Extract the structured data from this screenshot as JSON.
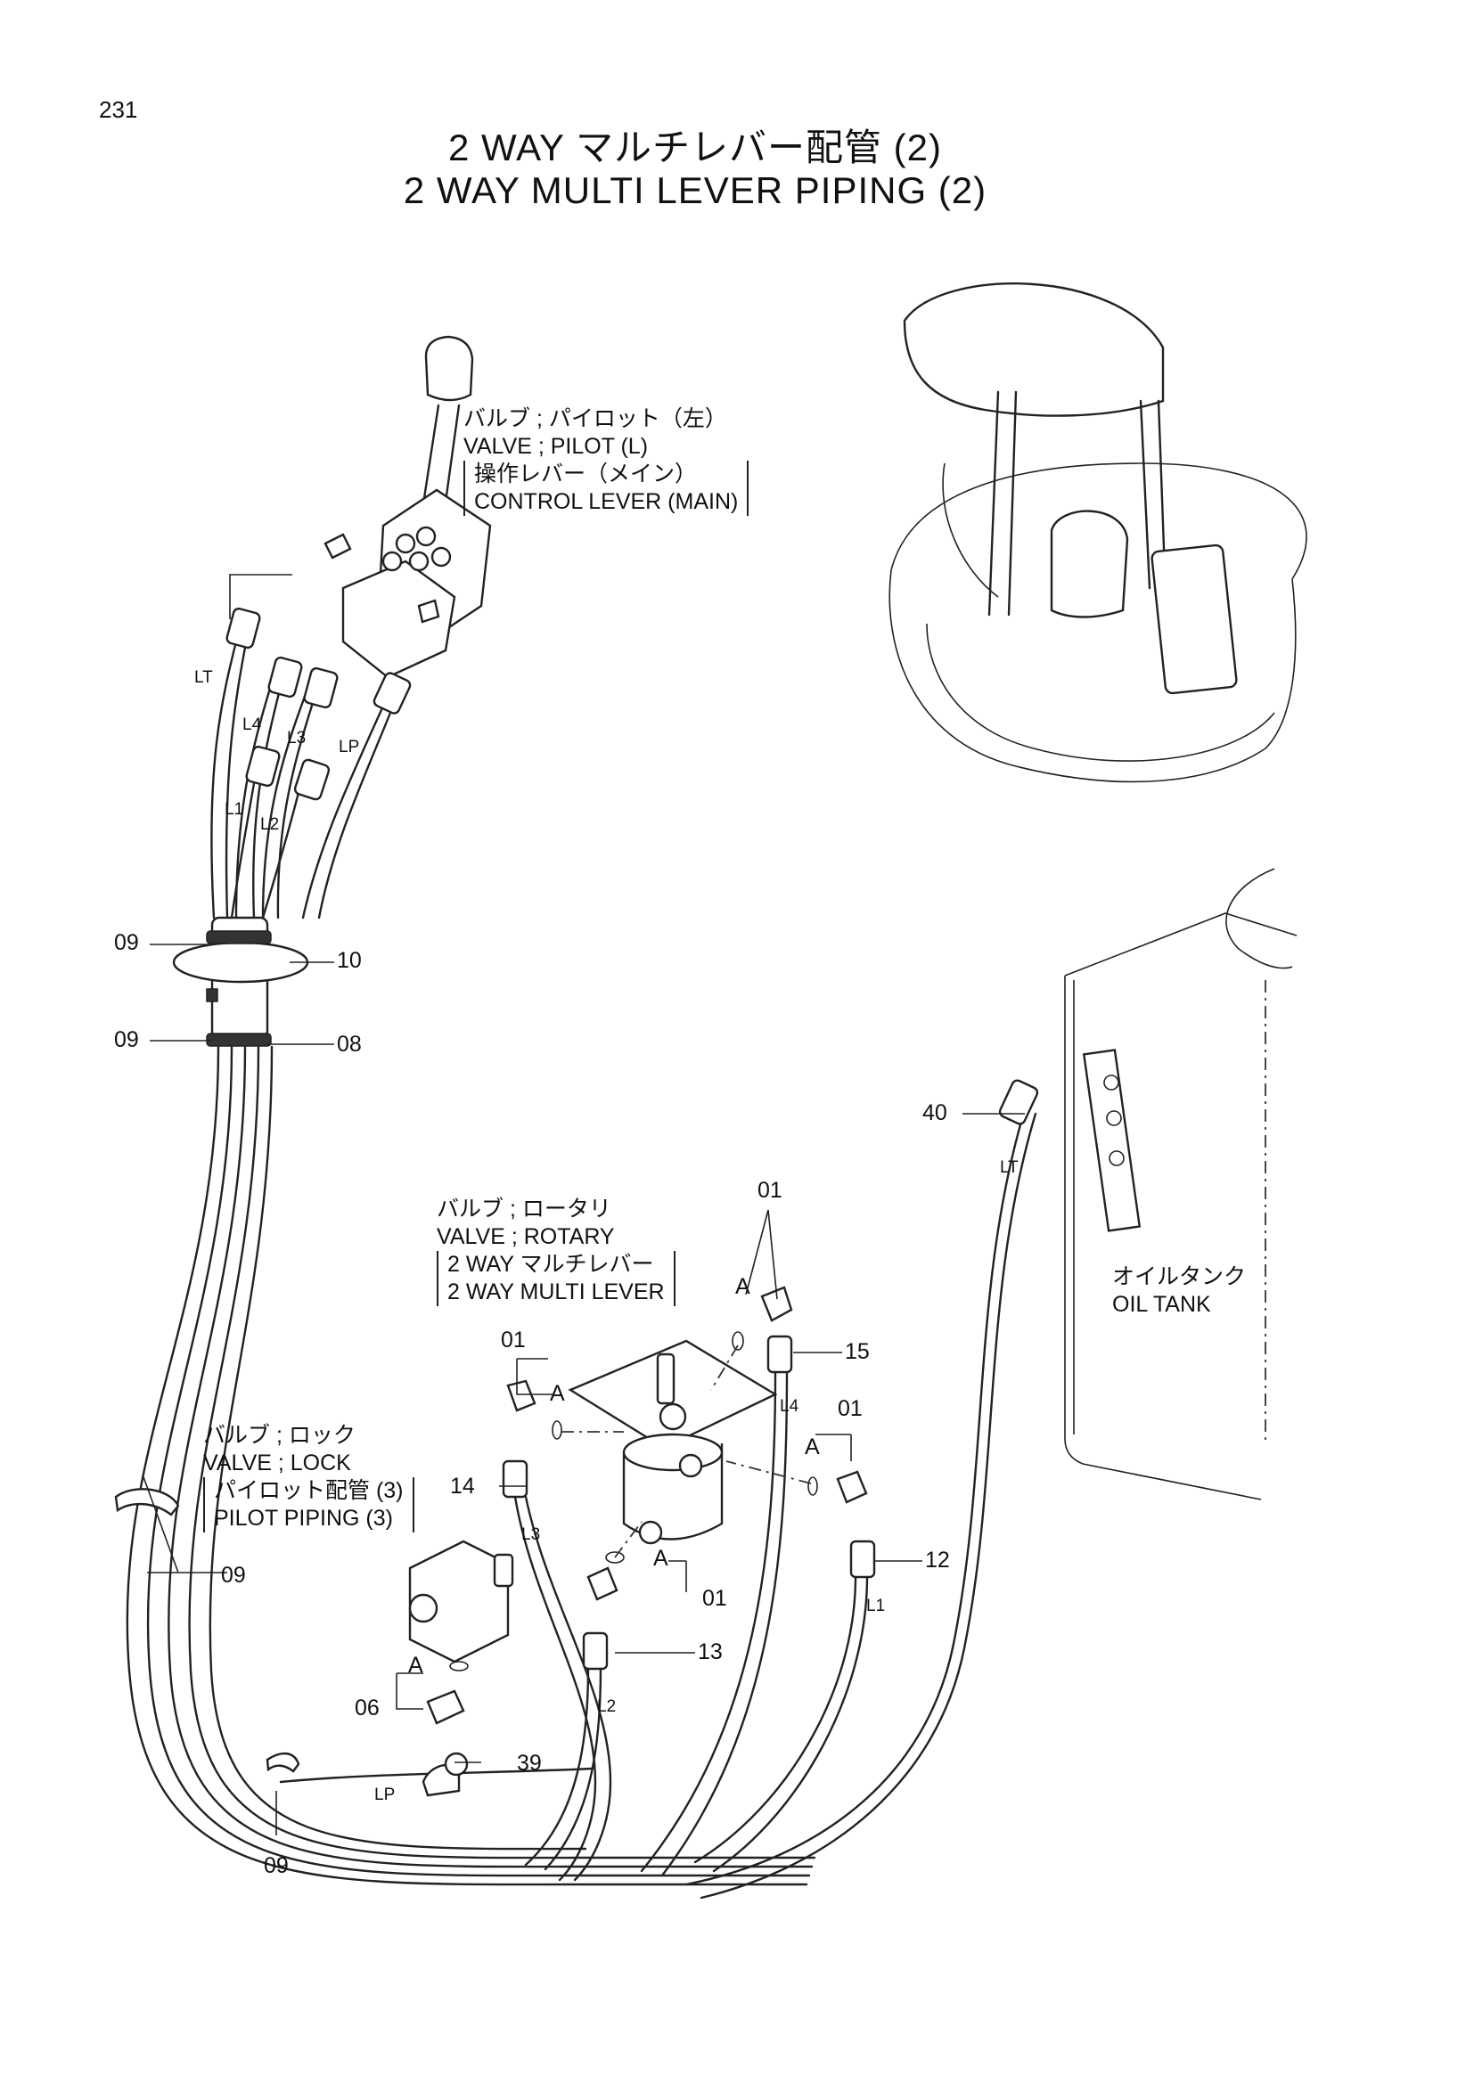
{
  "page_number": "231",
  "title": {
    "jp": "2 WAY マルチレバー配管 (2)",
    "en": "2 WAY MULTI LEVER PIPING (2)"
  },
  "components": {
    "pilot_valve": {
      "jp": "バルブ ; パイロット（左）",
      "en": "VALVE ; PILOT (L)",
      "sub_jp": "操作レバー（メイン）",
      "sub_en": "CONTROL LEVER (MAIN)"
    },
    "rotary_valve": {
      "jp": "バルブ ; ロータリ",
      "en": "VALVE ; ROTARY",
      "sub_jp": "2 WAY マルチレバー",
      "sub_en": "2 WAY MULTI LEVER"
    },
    "lock_valve": {
      "jp": "バルブ ; ロック",
      "en": "VALVE ; LOCK",
      "sub_jp": "パイロット配管 (3)",
      "sub_en": "PILOT PIPING (3)"
    },
    "oil_tank": {
      "jp": "オイルタンク",
      "en": "OIL TANK"
    }
  },
  "hose_labels": {
    "lt": "LT",
    "l4": "L4",
    "l3": "L3",
    "lp": "LP",
    "l1": "L1",
    "l2": "L2"
  },
  "part_numbers": {
    "p09a": "09",
    "p10": "10",
    "p09b": "09",
    "p08": "08",
    "p40": "40",
    "p01a": "01",
    "p01b": "01",
    "p15": "15",
    "p01c": "01",
    "p14": "14",
    "p12": "12",
    "p01d": "01",
    "p13": "13",
    "p06": "06",
    "p39": "39",
    "p09c": "09",
    "p09d": "09"
  },
  "connection_marks": {
    "a1": "A",
    "a2": "A",
    "a3": "A",
    "a4": "A",
    "a5": "A"
  }
}
